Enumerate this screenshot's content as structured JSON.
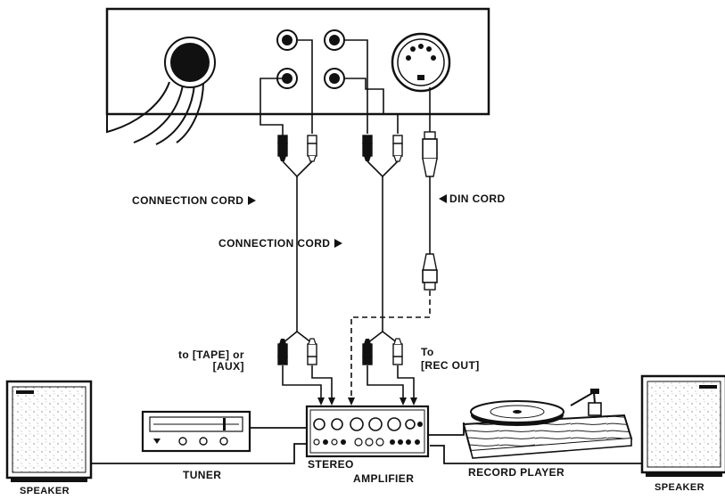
{
  "labels": {
    "connection_cord_1": "CONNECTION CORD",
    "connection_cord_2": "CONNECTION CORD",
    "din_cord": "DIN CORD",
    "to_tape_line1": "to [TAPE] or",
    "to_tape_line2": "[AUX]",
    "to_rec_line1": "To",
    "to_rec_line2": "[REC OUT]",
    "tuner": "TUNER",
    "stereo": "STEREO",
    "amplifier": "AMPLIFIER",
    "record_player": "RECORD PLAYER",
    "speaker_left": "SPEAKER",
    "speaker_right": "SPEAKER"
  }
}
